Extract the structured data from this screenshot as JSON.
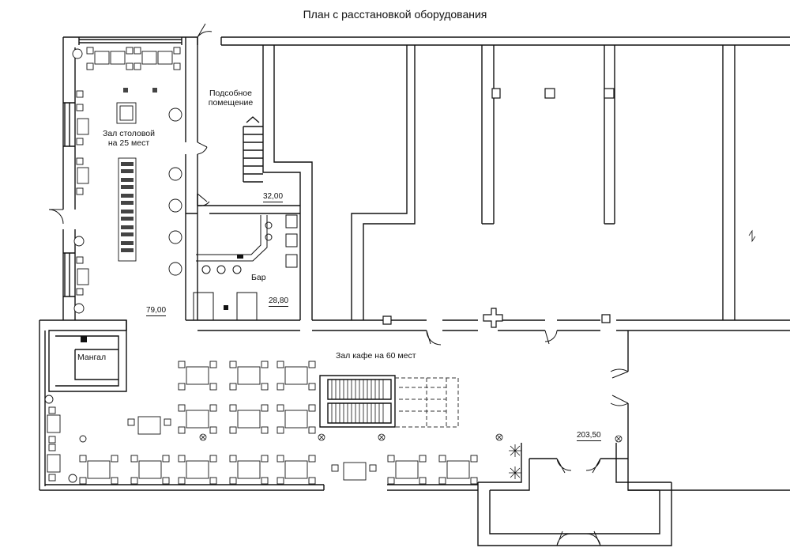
{
  "title": "План с расстановкой оборудования",
  "rooms": {
    "stolovaya": {
      "name": "Зал столовой",
      "capacity": "на 25 мест",
      "area": "79,00"
    },
    "podsobnoe": {
      "name": "Подсобное",
      "name2": "помещение",
      "area": "32,00"
    },
    "bar": {
      "name": "Бар",
      "area": "28,80"
    },
    "mangal": {
      "name": "Мангал"
    },
    "kafe": {
      "name": "Зал кафе на 60 мест",
      "area": "203,50"
    }
  },
  "colors": {
    "wall": "#111111",
    "line": "#222222",
    "dash": "#333333"
  }
}
